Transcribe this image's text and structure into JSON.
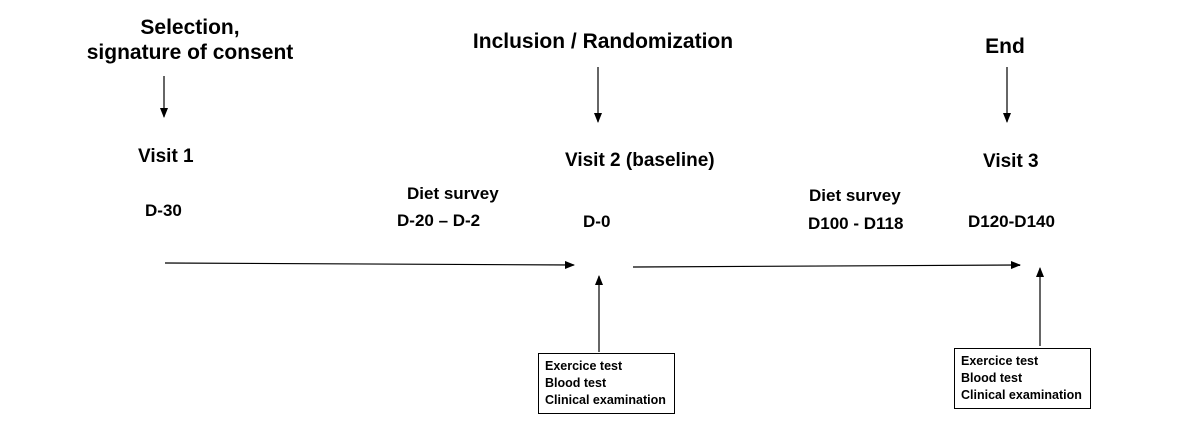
{
  "milestones": {
    "selection": "Selection,\nsignature of consent",
    "inclusion": "Inclusion / Randomization",
    "end": "End"
  },
  "visits": {
    "v1": {
      "title": "Visit 1",
      "day": "D-30"
    },
    "v2": {
      "title": "Visit 2 (baseline)",
      "day": "D-0"
    },
    "v3": {
      "title": "Visit 3",
      "day": "D120-D140"
    }
  },
  "surveys": {
    "s1": {
      "title": "Diet survey",
      "range": "D-20 – D-2"
    },
    "s2": {
      "title": "Diet survey",
      "range": "D100 - D118"
    }
  },
  "boxes": {
    "b1": [
      "Exercice test",
      "Blood test",
      "Clinical examination"
    ],
    "b2": [
      "Exercice test",
      "Blood test",
      "Clinical examination"
    ]
  }
}
